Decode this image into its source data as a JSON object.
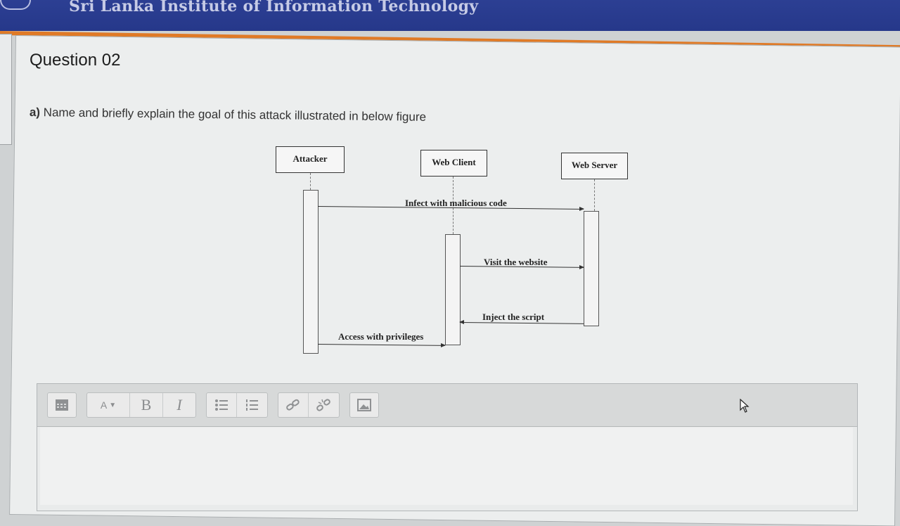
{
  "header": {
    "site_title": "Sri Lanka Institute of Information Technology"
  },
  "question": {
    "title": "Question 02",
    "part_label": "a)",
    "text": "Name and briefly explain the goal of this attack illustrated in below figure"
  },
  "diagram": {
    "actors": [
      "Attacker",
      "Web Client",
      "Web Server"
    ],
    "messages": [
      "Infect with malicious code",
      "Visit the website",
      "Inject the script",
      "Access with privileges"
    ]
  },
  "editor": {
    "toolbar": {
      "items": [
        "toolbar-toggle-icon",
        "font-size-icon",
        "bold-icon",
        "italic-icon",
        "unordered-list-icon",
        "ordered-list-icon",
        "link-icon",
        "unlink-icon",
        "image-icon"
      ],
      "font_glyph": "A",
      "bold_glyph": "B",
      "italic_glyph": "I"
    },
    "content": ""
  },
  "colors": {
    "header_bg": "#2c3f93",
    "header_accent": "#e07a26"
  }
}
